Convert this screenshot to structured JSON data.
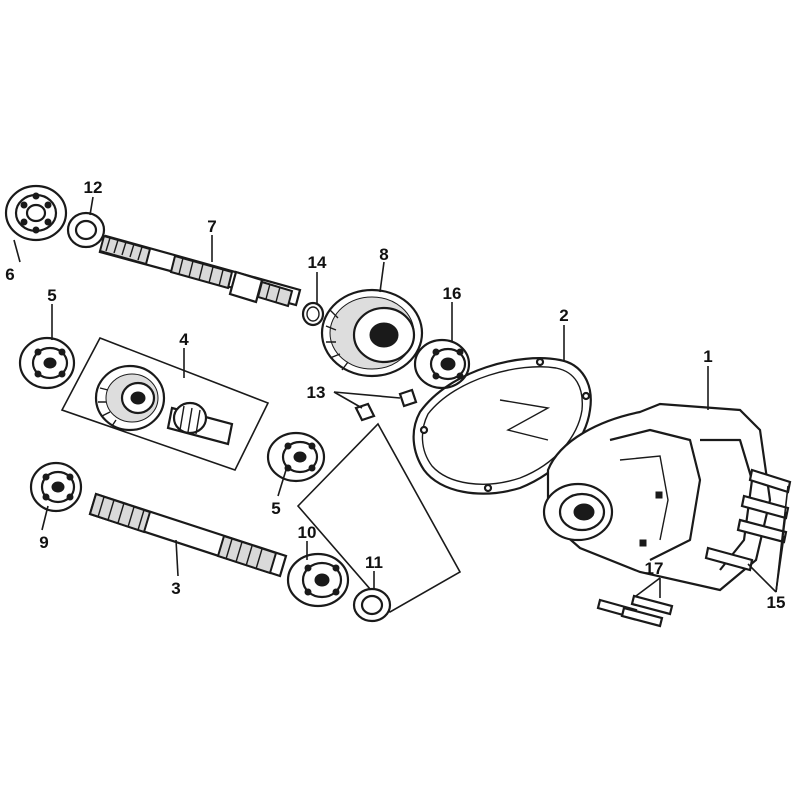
{
  "diagram": {
    "callouts": [
      "1",
      "2",
      "3",
      "4",
      "5",
      "6",
      "7",
      "8",
      "9",
      "10",
      "11",
      "12",
      "13",
      "14",
      "15",
      "16",
      "17"
    ],
    "callout_5_second": "5"
  },
  "colors": {
    "ink": "#1a1a1a",
    "paper": "#ffffff"
  }
}
